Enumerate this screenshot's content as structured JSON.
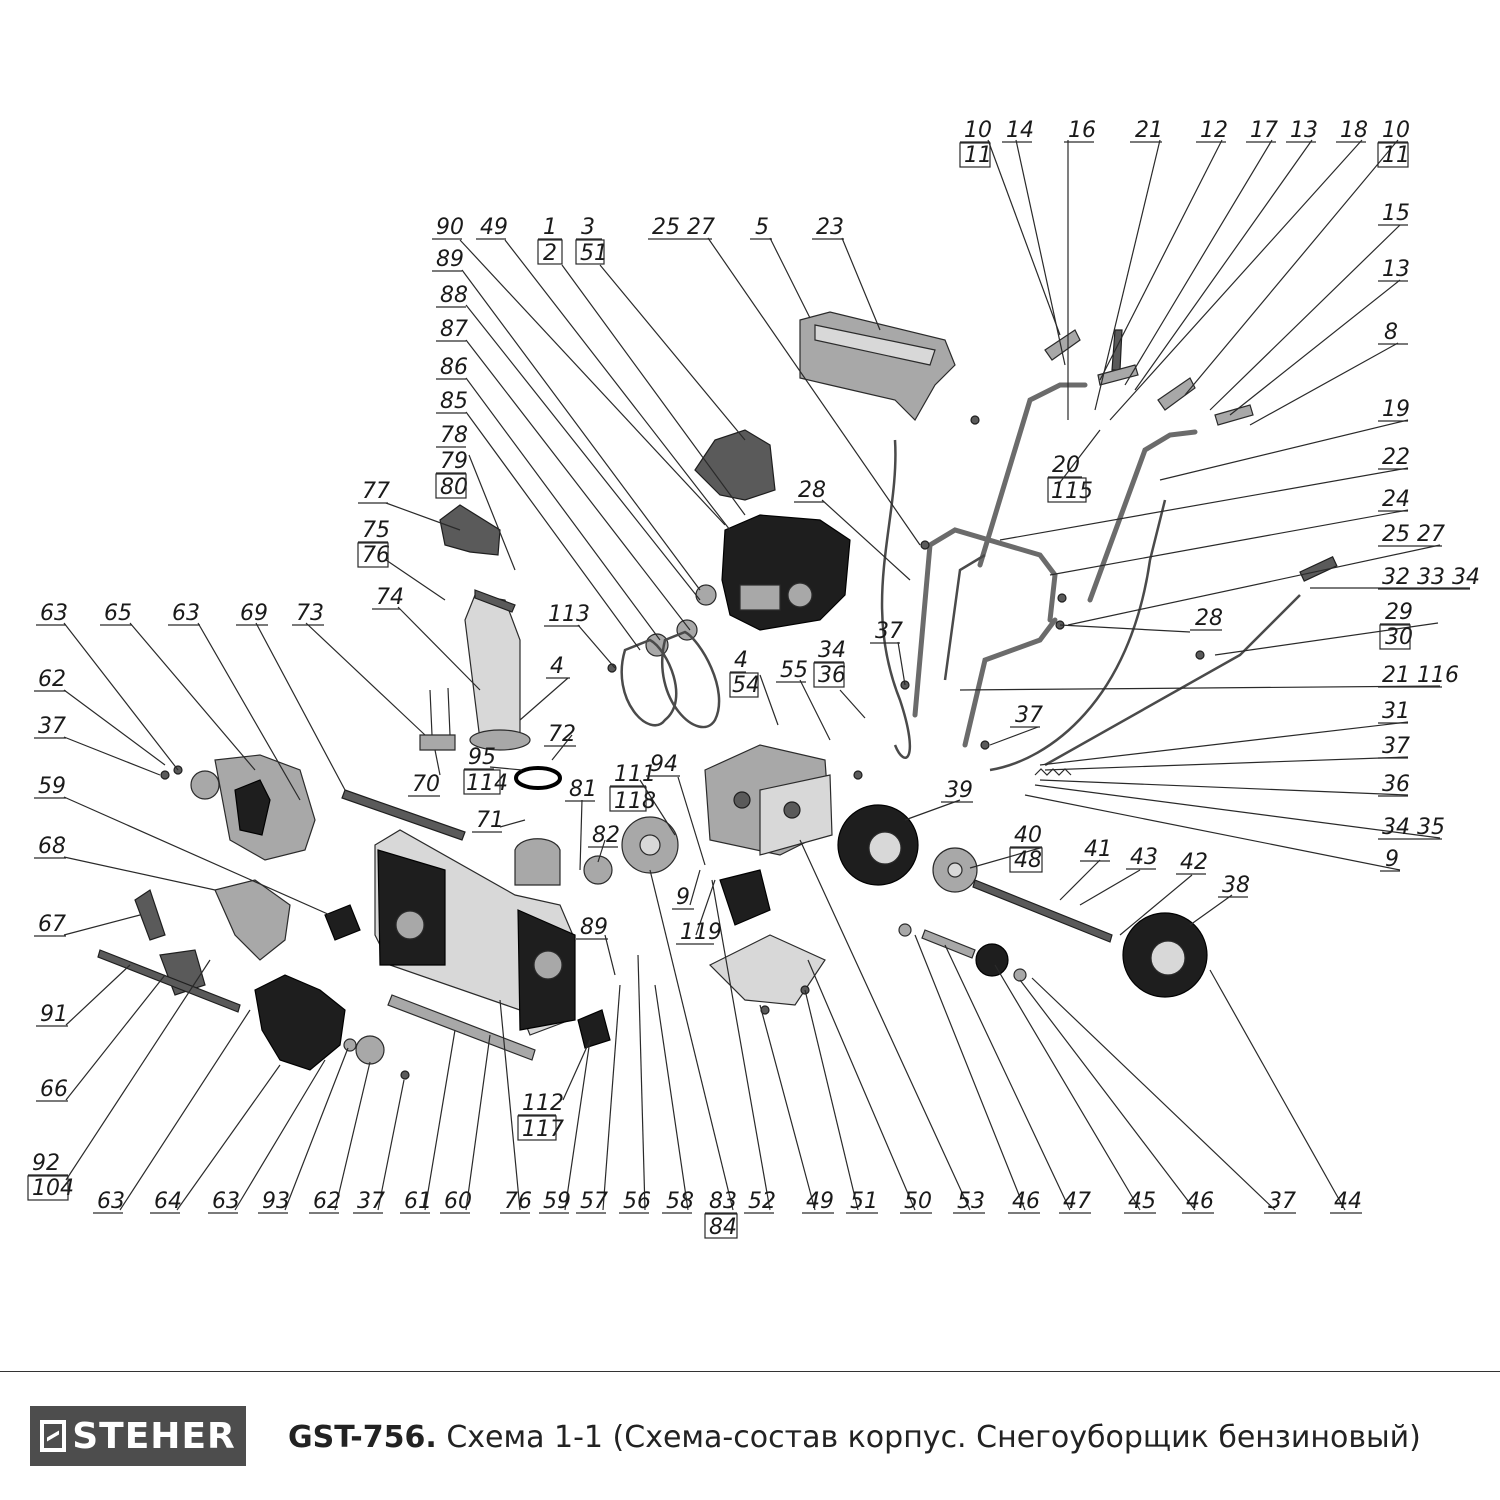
{
  "brand": {
    "name": "STEHER",
    "logo_icon": "steher-logo-icon"
  },
  "caption": {
    "model": "GST-756.",
    "text": "Схема 1-1 (Схема-состав корпус. Снегоуборщик бензиновый)"
  },
  "callouts": [
    "10",
    "11",
    "14",
    "16",
    "21",
    "12",
    "17",
    "13",
    "18",
    "10",
    "11",
    "15",
    "13",
    "8",
    "19",
    "22",
    "24",
    "25 27",
    "32 33 34",
    "29",
    "30",
    "21 116",
    "31",
    "37",
    "36",
    "34 35",
    "9",
    "90",
    "49",
    "1",
    "2",
    "3",
    "51",
    "25 27",
    "5",
    "23",
    "89",
    "88",
    "87",
    "86",
    "85",
    "78",
    "79",
    "80",
    "77",
    "75",
    "76",
    "74",
    "20",
    "115",
    "28",
    "28",
    "37",
    "37",
    "4",
    "54",
    "55",
    "34",
    "36",
    "63",
    "65",
    "63",
    "69",
    "73",
    "62",
    "37",
    "59",
    "68",
    "67",
    "91",
    "66",
    "92",
    "104",
    "113",
    "4",
    "72",
    "95",
    "114",
    "70",
    "71",
    "81",
    "111",
    "118",
    "94",
    "82",
    "9",
    "119",
    "89",
    "39",
    "40",
    "48",
    "41",
    "43",
    "42",
    "38",
    "63",
    "64",
    "63",
    "93",
    "62",
    "37",
    "61",
    "60",
    "76",
    "59",
    "57",
    "56",
    "58",
    "83",
    "84",
    "52",
    "49",
    "51",
    "50",
    "53",
    "46",
    "47",
    "45",
    "46",
    "37",
    "44",
    "112",
    "117"
  ]
}
